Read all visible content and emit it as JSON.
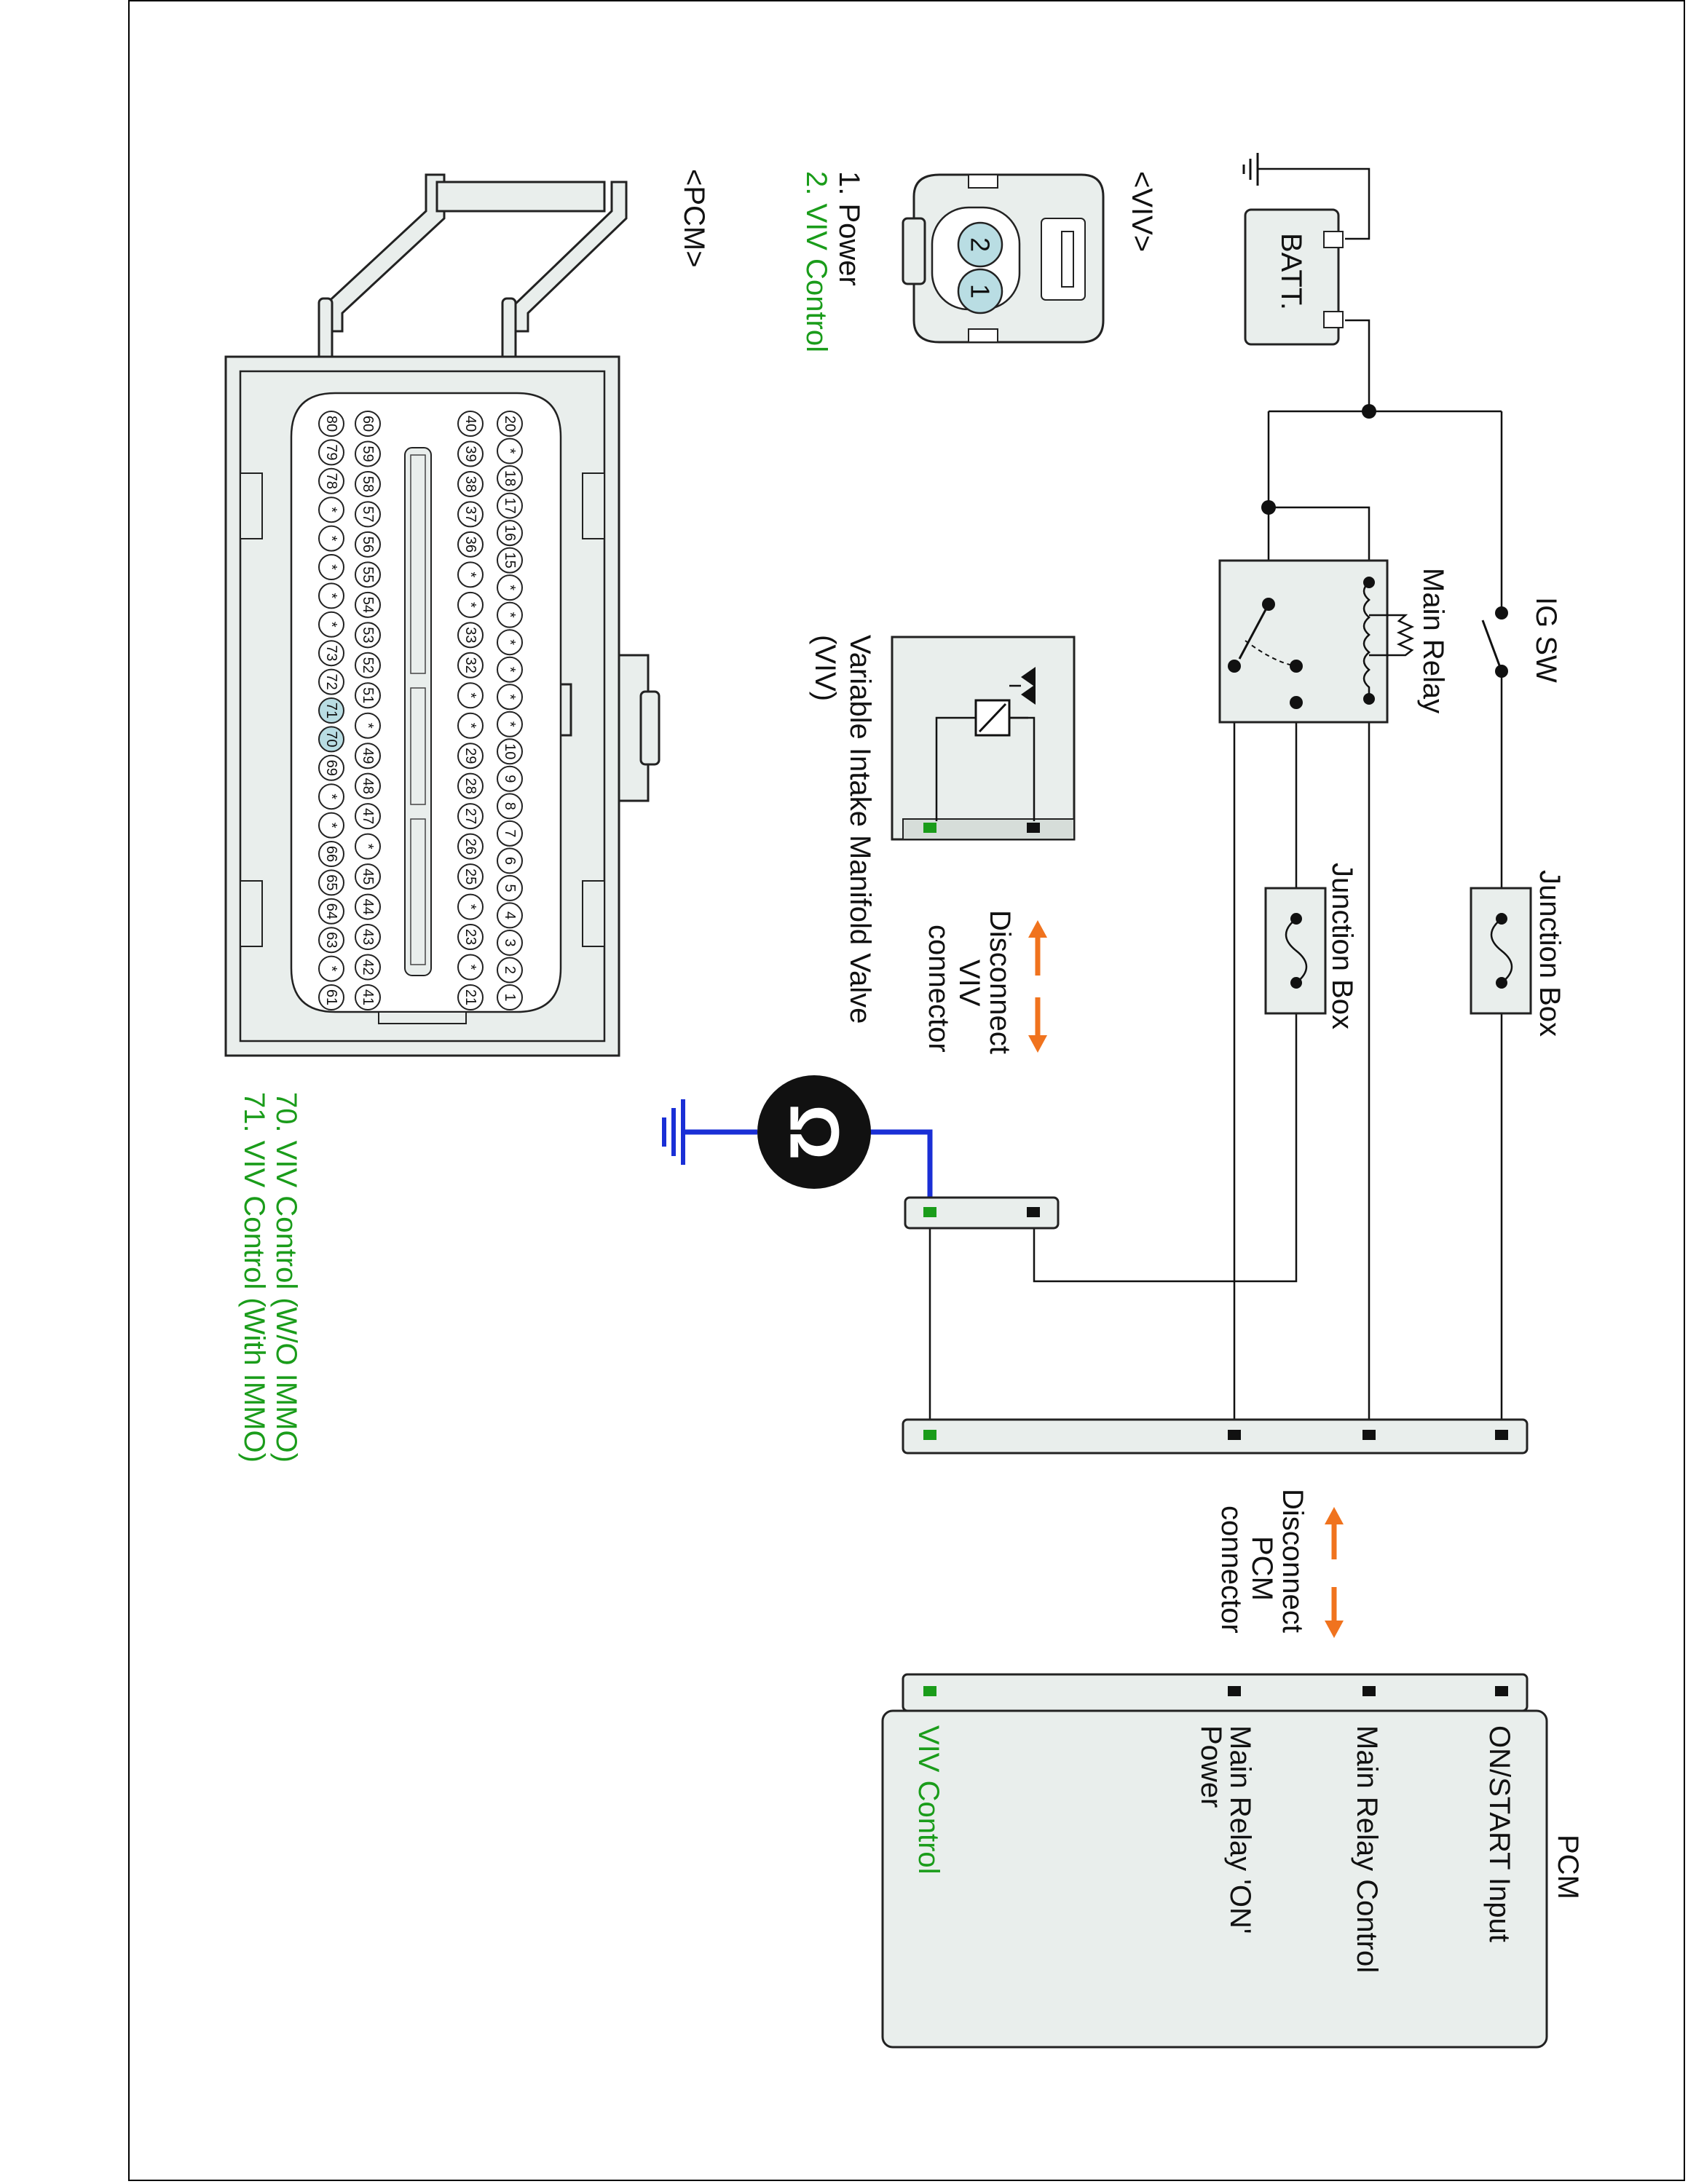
{
  "components": {
    "battery": "BATT.",
    "ig_switch": "IG SW",
    "main_relay": "Main Relay",
    "junction_box_1": "Junction Box",
    "junction_box_2": "Junction Box",
    "viv_valve_line1": "Variable Intake Manifold Valve",
    "viv_valve_line2": "(VIV)",
    "pcm_title": "PCM"
  },
  "pcm_pins": [
    {
      "label": "ON/START Input",
      "color": "#111111"
    },
    {
      "label": "Main Relay Control",
      "color": "#111111"
    },
    {
      "label": "Main Relay 'ON'",
      "label2": "Power",
      "color": "#111111"
    },
    {
      "label": "VIV Control",
      "color": "#1a9c1a"
    }
  ],
  "disconnect_viv": [
    "Disconnect",
    "VIV",
    "connector"
  ],
  "disconnect_pcm": [
    "Disconnect",
    "PCM",
    "connector"
  ],
  "ohmmeter_symbol": "Ω",
  "viv_connector": {
    "title": "<VIV>",
    "pins": [
      {
        "text": "1. Power",
        "color": "#111111"
      },
      {
        "text": "2. VIV Control",
        "color": "#1a9c1a"
      }
    ],
    "pin_numbers": [
      "2",
      "1"
    ]
  },
  "pcm_connector": {
    "title": "<PCM>",
    "legend": [
      {
        "text": "70. VIV Control (W/O IMMO)",
        "color": "#1a9c1a"
      },
      {
        "text": "71. VIV Control (With IMMO)",
        "color": "#1a9c1a"
      }
    ],
    "rows": [
      [
        "20",
        "*",
        "18",
        "17",
        "16",
        "15",
        "*",
        "*",
        "*",
        "*",
        "*",
        "*",
        "10",
        "9",
        "8",
        "7",
        "6",
        "5",
        "4",
        "3",
        "2",
        "1"
      ],
      [
        "40",
        "39",
        "38",
        "37",
        "36",
        "*",
        "*",
        "33",
        "32",
        "*",
        "*",
        "29",
        "28",
        "27",
        "26",
        "25",
        "*",
        "23",
        "*",
        "21"
      ],
      [
        "60",
        "59",
        "58",
        "57",
        "56",
        "55",
        "54",
        "53",
        "52",
        "51",
        "*",
        "49",
        "48",
        "47",
        "*",
        "45",
        "44",
        "43",
        "42",
        "41"
      ],
      [
        "80",
        "79",
        "78",
        "*",
        "*",
        "*",
        "*",
        "*",
        "73",
        "72",
        "71",
        "70",
        "69",
        "*",
        "*",
        "66",
        "65",
        "64",
        "63",
        "*",
        "61"
      ]
    ],
    "highlighted": [
      "70",
      "71"
    ]
  },
  "colors": {
    "accent_green": "#1a9c1a",
    "wire_blue": "#1a2fd6",
    "arrow_orange": "#f0731e",
    "box_fill": "#e9eeec",
    "pin_highlight": "#b9dde3"
  }
}
